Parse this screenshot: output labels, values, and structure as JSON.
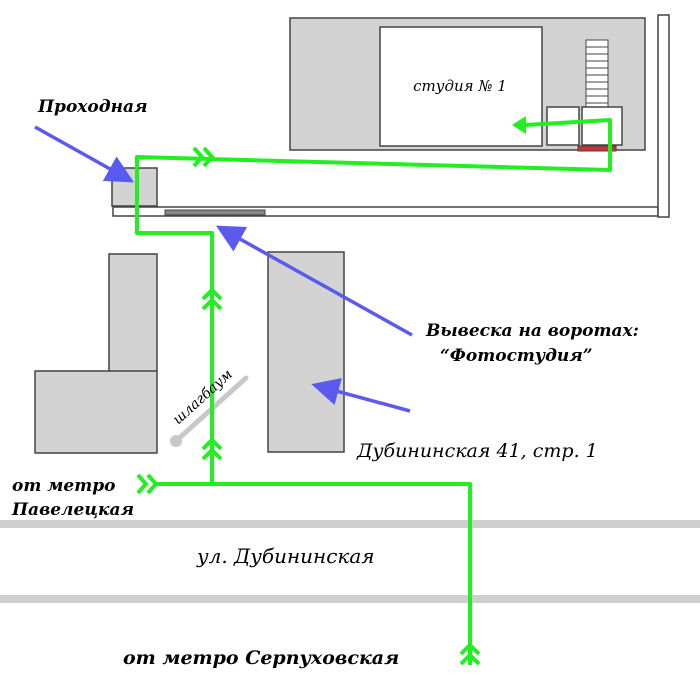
{
  "labels": {
    "studio": "студия № 1",
    "checkpoint": "Проходная",
    "sign_line1": "Вывеска на воротах:",
    "sign_line2": "“Фотостудия”",
    "address": "Дубининская 41, стр. 1",
    "barrier": "шлагбаум",
    "from_paveletskaya_line1": "от метро",
    "from_paveletskaya_line2": "Павелецкая",
    "street": "ул. Дубининская",
    "from_serpukhovskaya": "от метро Серпуховская"
  },
  "colors": {
    "route": "#22ee22",
    "pointer": "#5a5af0",
    "building": "#d3d3d3",
    "outline": "#444444",
    "road": "#cfcfcf",
    "barrier": "#c8c8c8",
    "door_red": "#cc3333"
  },
  "icons": {
    "route_direction": "double-chevron-icon",
    "pointer": "arrow-icon"
  }
}
